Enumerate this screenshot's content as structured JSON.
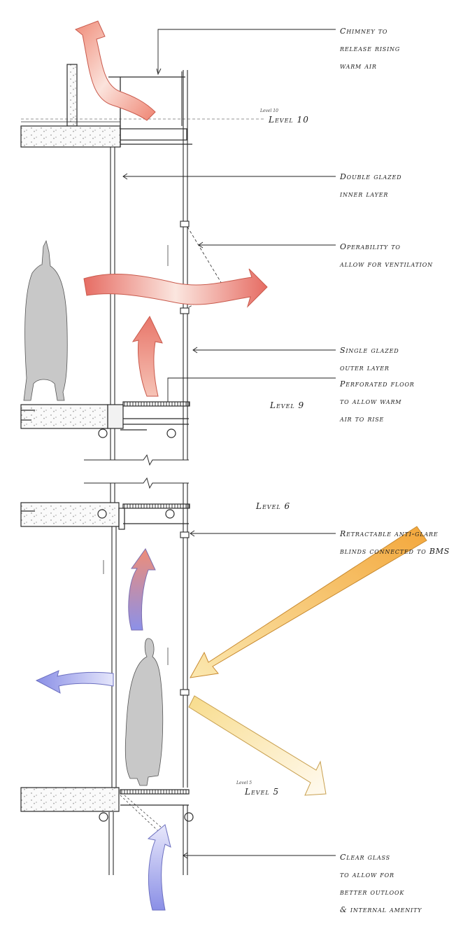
{
  "annotations": {
    "chimney": [
      "Chimney to",
      "release rising",
      "warm air"
    ],
    "inner_layer": [
      "Double glazed",
      "inner layer"
    ],
    "operability": [
      "Operability to",
      "allow for ventilation"
    ],
    "outer_layer": [
      "Single glazed",
      "outer layer"
    ],
    "perforated_floor": [
      "Perforated floor",
      "to allow warm",
      "air to rise"
    ],
    "blinds": [
      "Retractable anti-glare",
      "blinds connected to BMS"
    ],
    "clear_glass": [
      "Clear glass",
      "to allow for",
      "better outlook",
      "& internal amenity"
    ]
  },
  "levels": {
    "level_10": "Level 10",
    "level_9": "Level 9",
    "level_6": "Level 6",
    "level_5": "Level 5",
    "level_10_small": "Level 10",
    "level_5_small": "Level 5"
  },
  "colors": {
    "warm_air": "#e8766a",
    "warm_air_light": "#fbe3dc",
    "cool_air": "#8a8fe6",
    "sun_start": "#f4a93c",
    "sun_end": "#fdf3c8",
    "figure": "#c8c8c8",
    "line": "#2a2a2a"
  }
}
